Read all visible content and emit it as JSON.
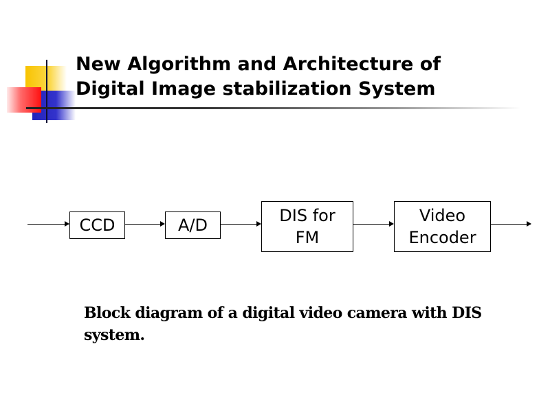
{
  "slide": {
    "title_lines": [
      "New Algorithm and Architecture of",
      "Digital Image stabilization System"
    ],
    "decoration": {
      "colors": {
        "yellow": "#f8c300",
        "blue": "#2222bb",
        "red": "#ff1010",
        "line": "#222222"
      }
    }
  },
  "diagram": {
    "blocks": [
      {
        "id": "ccd",
        "label": "CCD"
      },
      {
        "id": "ad",
        "label": "A/D"
      },
      {
        "id": "dis",
        "label": "DIS for FM",
        "lines": [
          "DIS for",
          "FM"
        ]
      },
      {
        "id": "encoder",
        "label": "Video Encoder",
        "lines": [
          "Video",
          "Encoder"
        ]
      }
    ],
    "edges": [
      {
        "from": "input",
        "to": "ccd"
      },
      {
        "from": "ccd",
        "to": "ad"
      },
      {
        "from": "ad",
        "to": "dis"
      },
      {
        "from": "dis",
        "to": "encoder"
      },
      {
        "from": "encoder",
        "to": "output"
      }
    ]
  },
  "caption": "Block diagram of a digital video camera with DIS system."
}
